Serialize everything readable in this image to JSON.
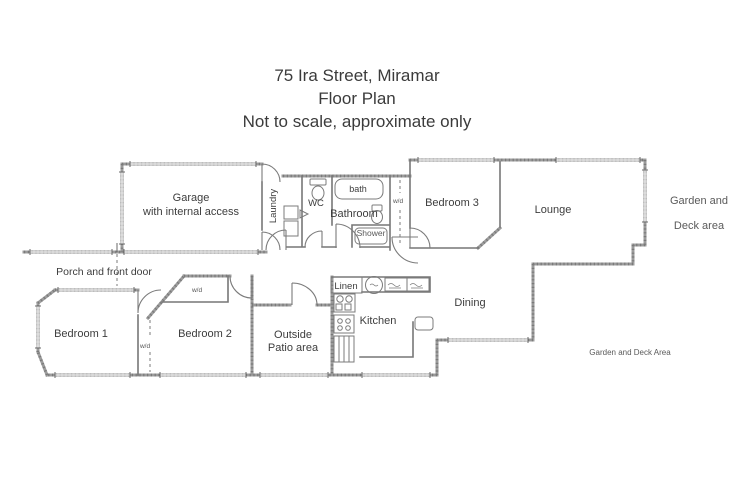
{
  "title": {
    "line1": "75 Ira Street, Miramar",
    "line2": "Floor Plan",
    "line3": "Not to scale, approximate only"
  },
  "rooms": {
    "garage": {
      "name": "Garage",
      "subtitle": "with internal access"
    },
    "laundry": {
      "name": "Laundry"
    },
    "wc": {
      "name": "WC"
    },
    "bathroom": {
      "name": "Bathroom"
    },
    "bath": {
      "name": "bath"
    },
    "shower": {
      "name": "Shower"
    },
    "bedroom1": {
      "name": "Bedroom 1"
    },
    "bedroom2": {
      "name": "Bedroom 2"
    },
    "bedroom3": {
      "name": "Bedroom 3"
    },
    "lounge": {
      "name": "Lounge"
    },
    "dining": {
      "name": "Dining"
    },
    "kitchen": {
      "name": "Kitchen"
    },
    "linen": {
      "name": "Linen"
    },
    "patio": {
      "line1": "Outside",
      "line2": "Patio area"
    }
  },
  "closets": {
    "hall_wd": "w/d",
    "bedroom1_wd": "w/d",
    "bedroom2_wd": "w/d"
  },
  "outdoor": {
    "porch": "Porch and front door",
    "garden_right_line1": "Garden and",
    "garden_right_line2": "Deck area",
    "garden_bottom": "Garden and Deck Area"
  },
  "fixtures": [
    "bathtub-icon",
    "toilet-icon",
    "shower-tray-icon",
    "washer-dryer-icon",
    "kitchen-sink-icon",
    "stove-icon",
    "fridge-icon",
    "cooktop-icon",
    "kitchen-bench-icon",
    "linen-cupboard-icon"
  ],
  "colors": {
    "background": "#ffffff",
    "wall": "#9c9c9c",
    "wall_hatch": "#5f5f5f",
    "interior_wall": "#777777",
    "door": "#7b7b7b",
    "text": "#3d3d3d"
  }
}
